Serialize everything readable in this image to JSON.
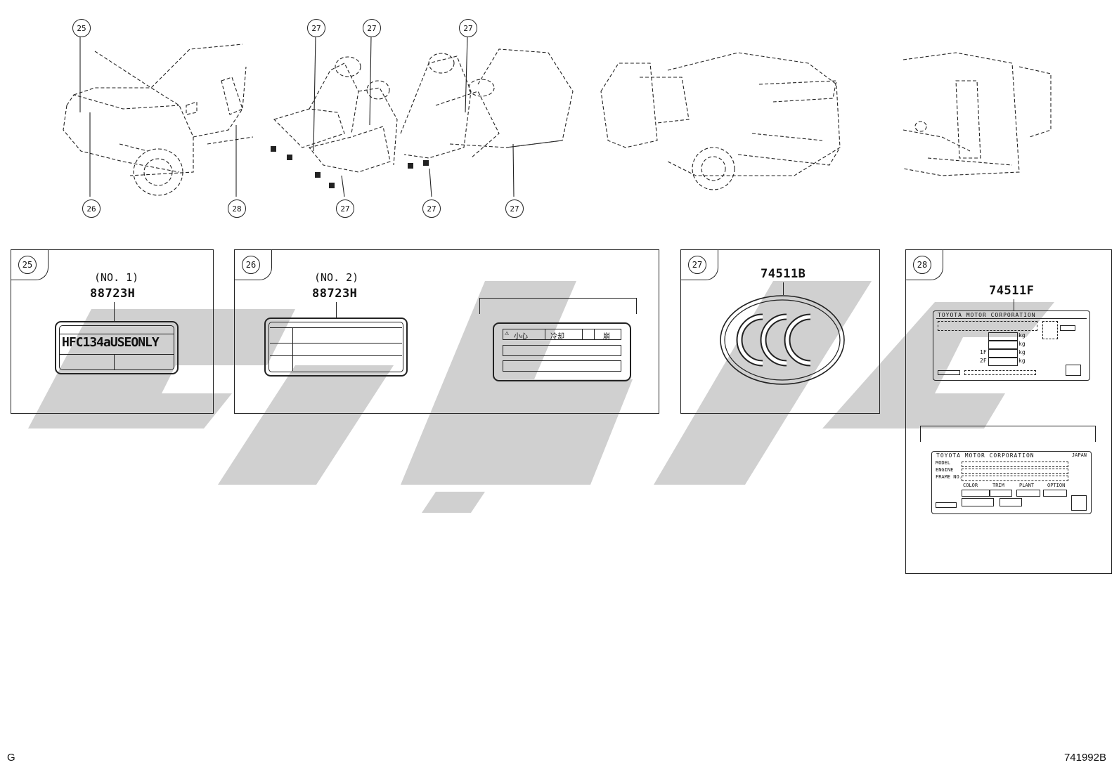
{
  "callouts_top": [
    "25",
    "26",
    "28",
    "27",
    "27",
    "27",
    "27",
    "27",
    "27"
  ],
  "panels": [
    {
      "num": "25",
      "sub": "(NO. 1)",
      "part": "88723H",
      "label_text": "HFC134aUSEONLY"
    },
    {
      "num": "26",
      "sub": "(NO. 2)",
      "part": "88723H",
      "kanji": [
        "小心",
        "冷却",
        "",
        "崩"
      ]
    },
    {
      "num": "27",
      "part": "74511B"
    },
    {
      "num": "28",
      "part": "74511F",
      "plate_header": "TOYOTA MOTOR CORPORATION",
      "plate_code": "JAPAN",
      "rows": [
        "MODEL",
        "ENGINE",
        "FRAME NO."
      ],
      "cols": [
        "COLOR",
        "TRIM",
        "PLANT",
        "OPTION"
      ],
      "units": [
        "kg",
        "kg",
        "kg",
        "kg"
      ],
      "axles": [
        "1F",
        "2F"
      ]
    }
  ],
  "footer": {
    "left": "G",
    "right": "741992B"
  }
}
